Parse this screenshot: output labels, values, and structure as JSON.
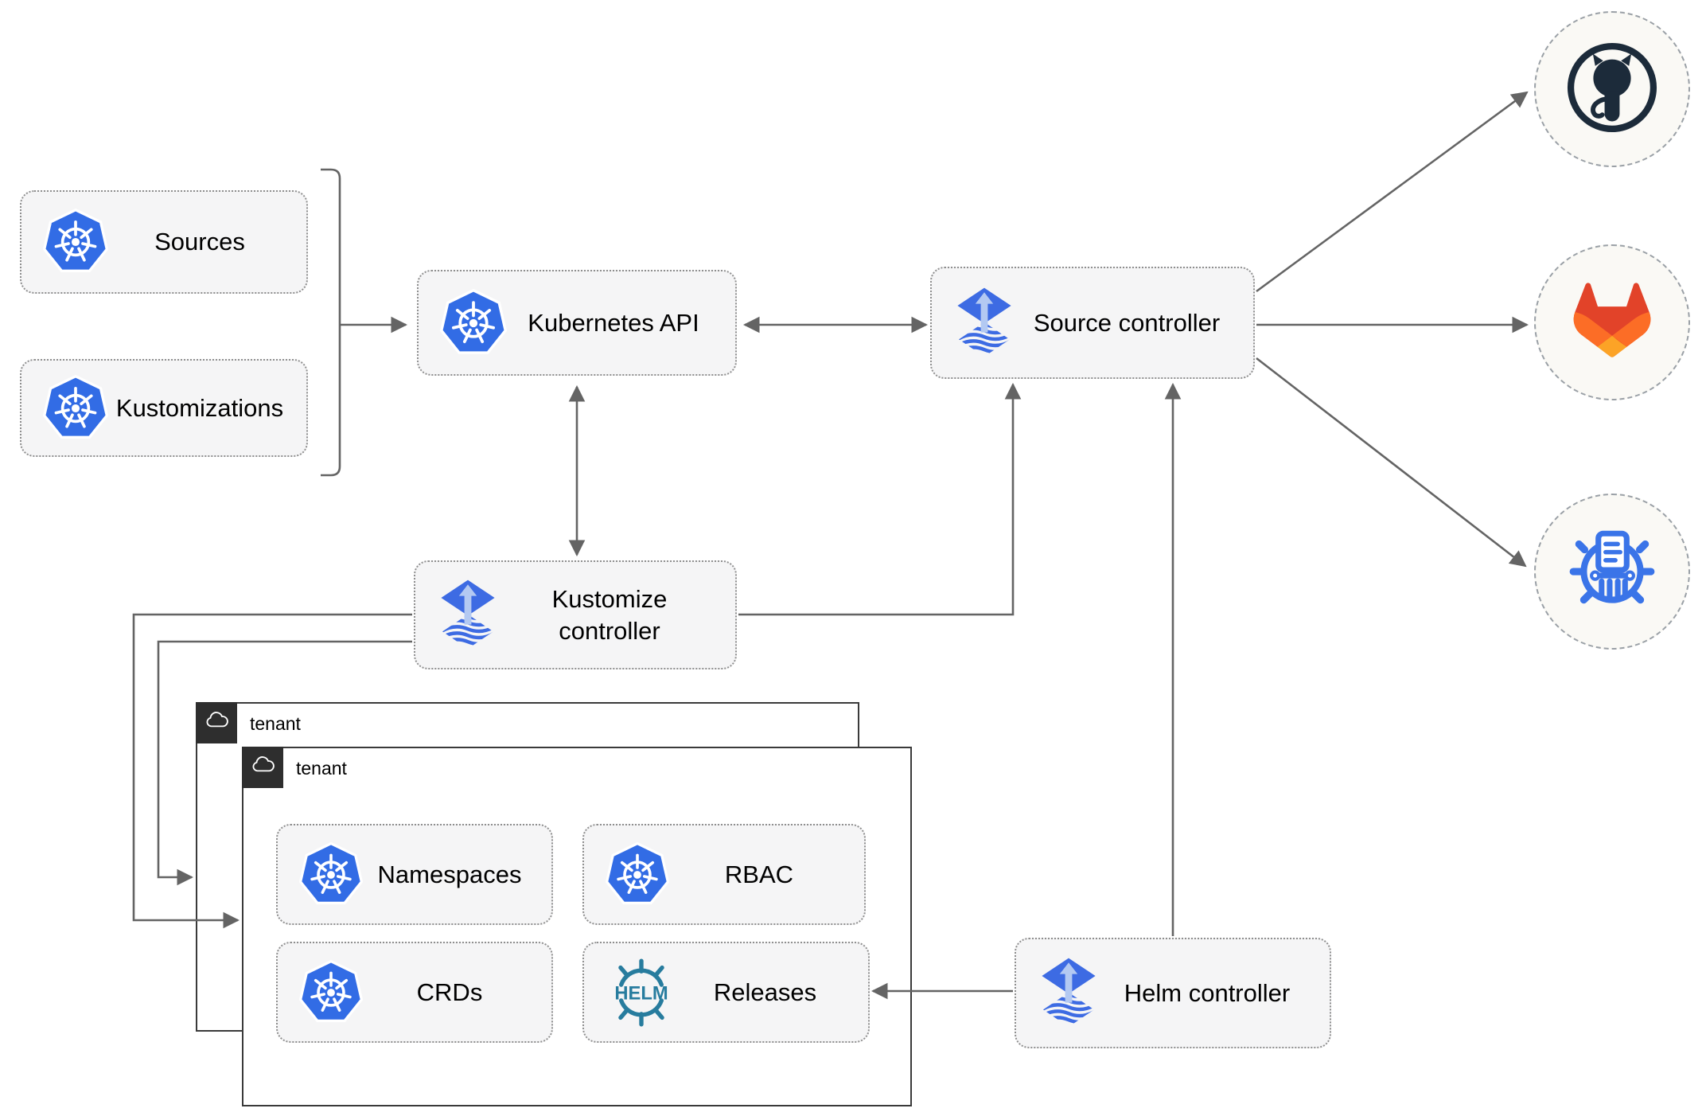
{
  "nodes": {
    "sources": {
      "label": "Sources",
      "icon": "kubernetes-logo"
    },
    "kustomizations": {
      "label": "Kustomizations",
      "icon": "kubernetes-logo"
    },
    "kubernetes_api": {
      "label": "Kubernetes API",
      "icon": "kubernetes-logo"
    },
    "source_controller": {
      "label": "Source controller",
      "icon": "flux-logo"
    },
    "kustomize_controller": {
      "label": "Kustomize controller",
      "icon": "flux-logo"
    },
    "helm_controller": {
      "label": "Helm controller",
      "icon": "flux-logo"
    },
    "namespaces": {
      "label": "Namespaces",
      "icon": "kubernetes-logo"
    },
    "rbac": {
      "label": "RBAC",
      "icon": "kubernetes-logo"
    },
    "crds": {
      "label": "CRDs",
      "icon": "kubernetes-logo"
    },
    "releases": {
      "label": "Releases",
      "icon": "helm-logo"
    }
  },
  "groups": {
    "tenant_back": {
      "label": "tenant",
      "icon": "cloud-icon"
    },
    "tenant_front": {
      "label": "tenant",
      "icon": "cloud-icon"
    }
  },
  "endpoints": {
    "github": {
      "icon": "github-logo"
    },
    "gitlab": {
      "icon": "gitlab-logo"
    },
    "chartmuseum": {
      "icon": "chartmuseum-logo"
    }
  },
  "colors": {
    "kubernetes_blue": "#326ce5",
    "flux_blue": "#3d6be3",
    "flux_light_blue": "#b3c9f2",
    "helm_teal": "#277c9e",
    "github_dark": "#1c2b3a",
    "gitlab_orange": "#e24329",
    "gitlab_orange_mid": "#fc6d26",
    "gitlab_orange_light": "#fca326",
    "chartmuseum_blue": "#3a74e8",
    "connector_gray": "#646464",
    "node_fill": "#f5f5f6",
    "node_border": "#8f8f8f",
    "tenant_header_bg": "#2e2e2e"
  }
}
